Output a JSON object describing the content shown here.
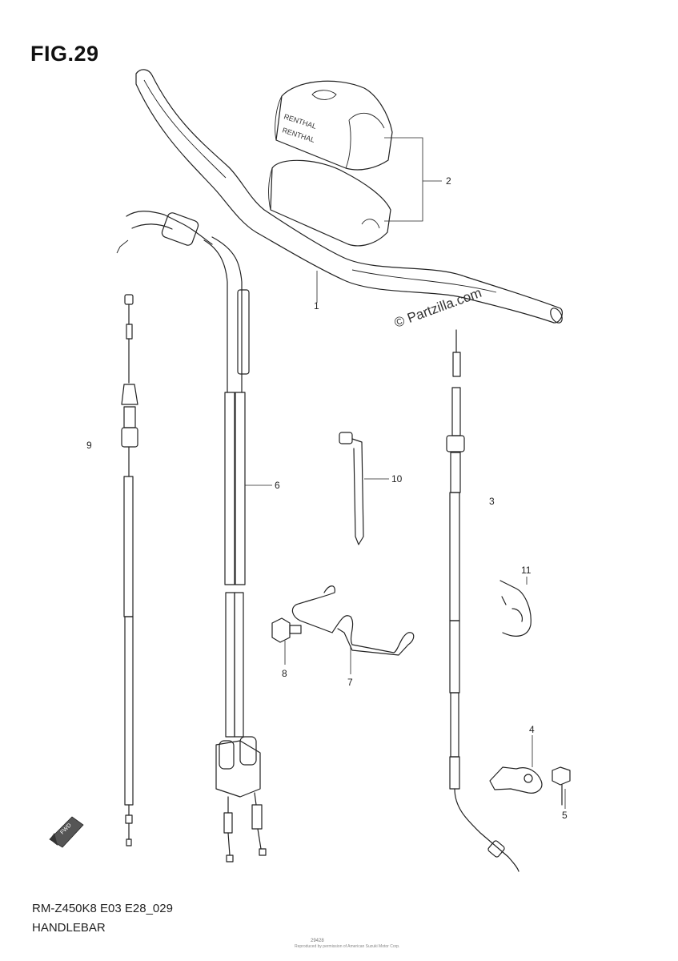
{
  "figure": {
    "title": "FIG.29",
    "code": "RM-Z450K8 E03 E28_029",
    "name": "HANDLEBAR",
    "watermark": "© Partzilla.com",
    "tiny_code": "29428",
    "tiny_copyright": "Reproduced by permission of American Suzuki Motor Corp.",
    "brand_text": "RENTHAL",
    "fwd_label": "FWD"
  },
  "callouts": [
    {
      "id": "1",
      "label": "1"
    },
    {
      "id": "2",
      "label": "2"
    },
    {
      "id": "3",
      "label": "3"
    },
    {
      "id": "4",
      "label": "4"
    },
    {
      "id": "5",
      "label": "5"
    },
    {
      "id": "6",
      "label": "6"
    },
    {
      "id": "7",
      "label": "7"
    },
    {
      "id": "8",
      "label": "8"
    },
    {
      "id": "9",
      "label": "9"
    },
    {
      "id": "10",
      "label": "10"
    },
    {
      "id": "11",
      "label": "11"
    }
  ]
}
